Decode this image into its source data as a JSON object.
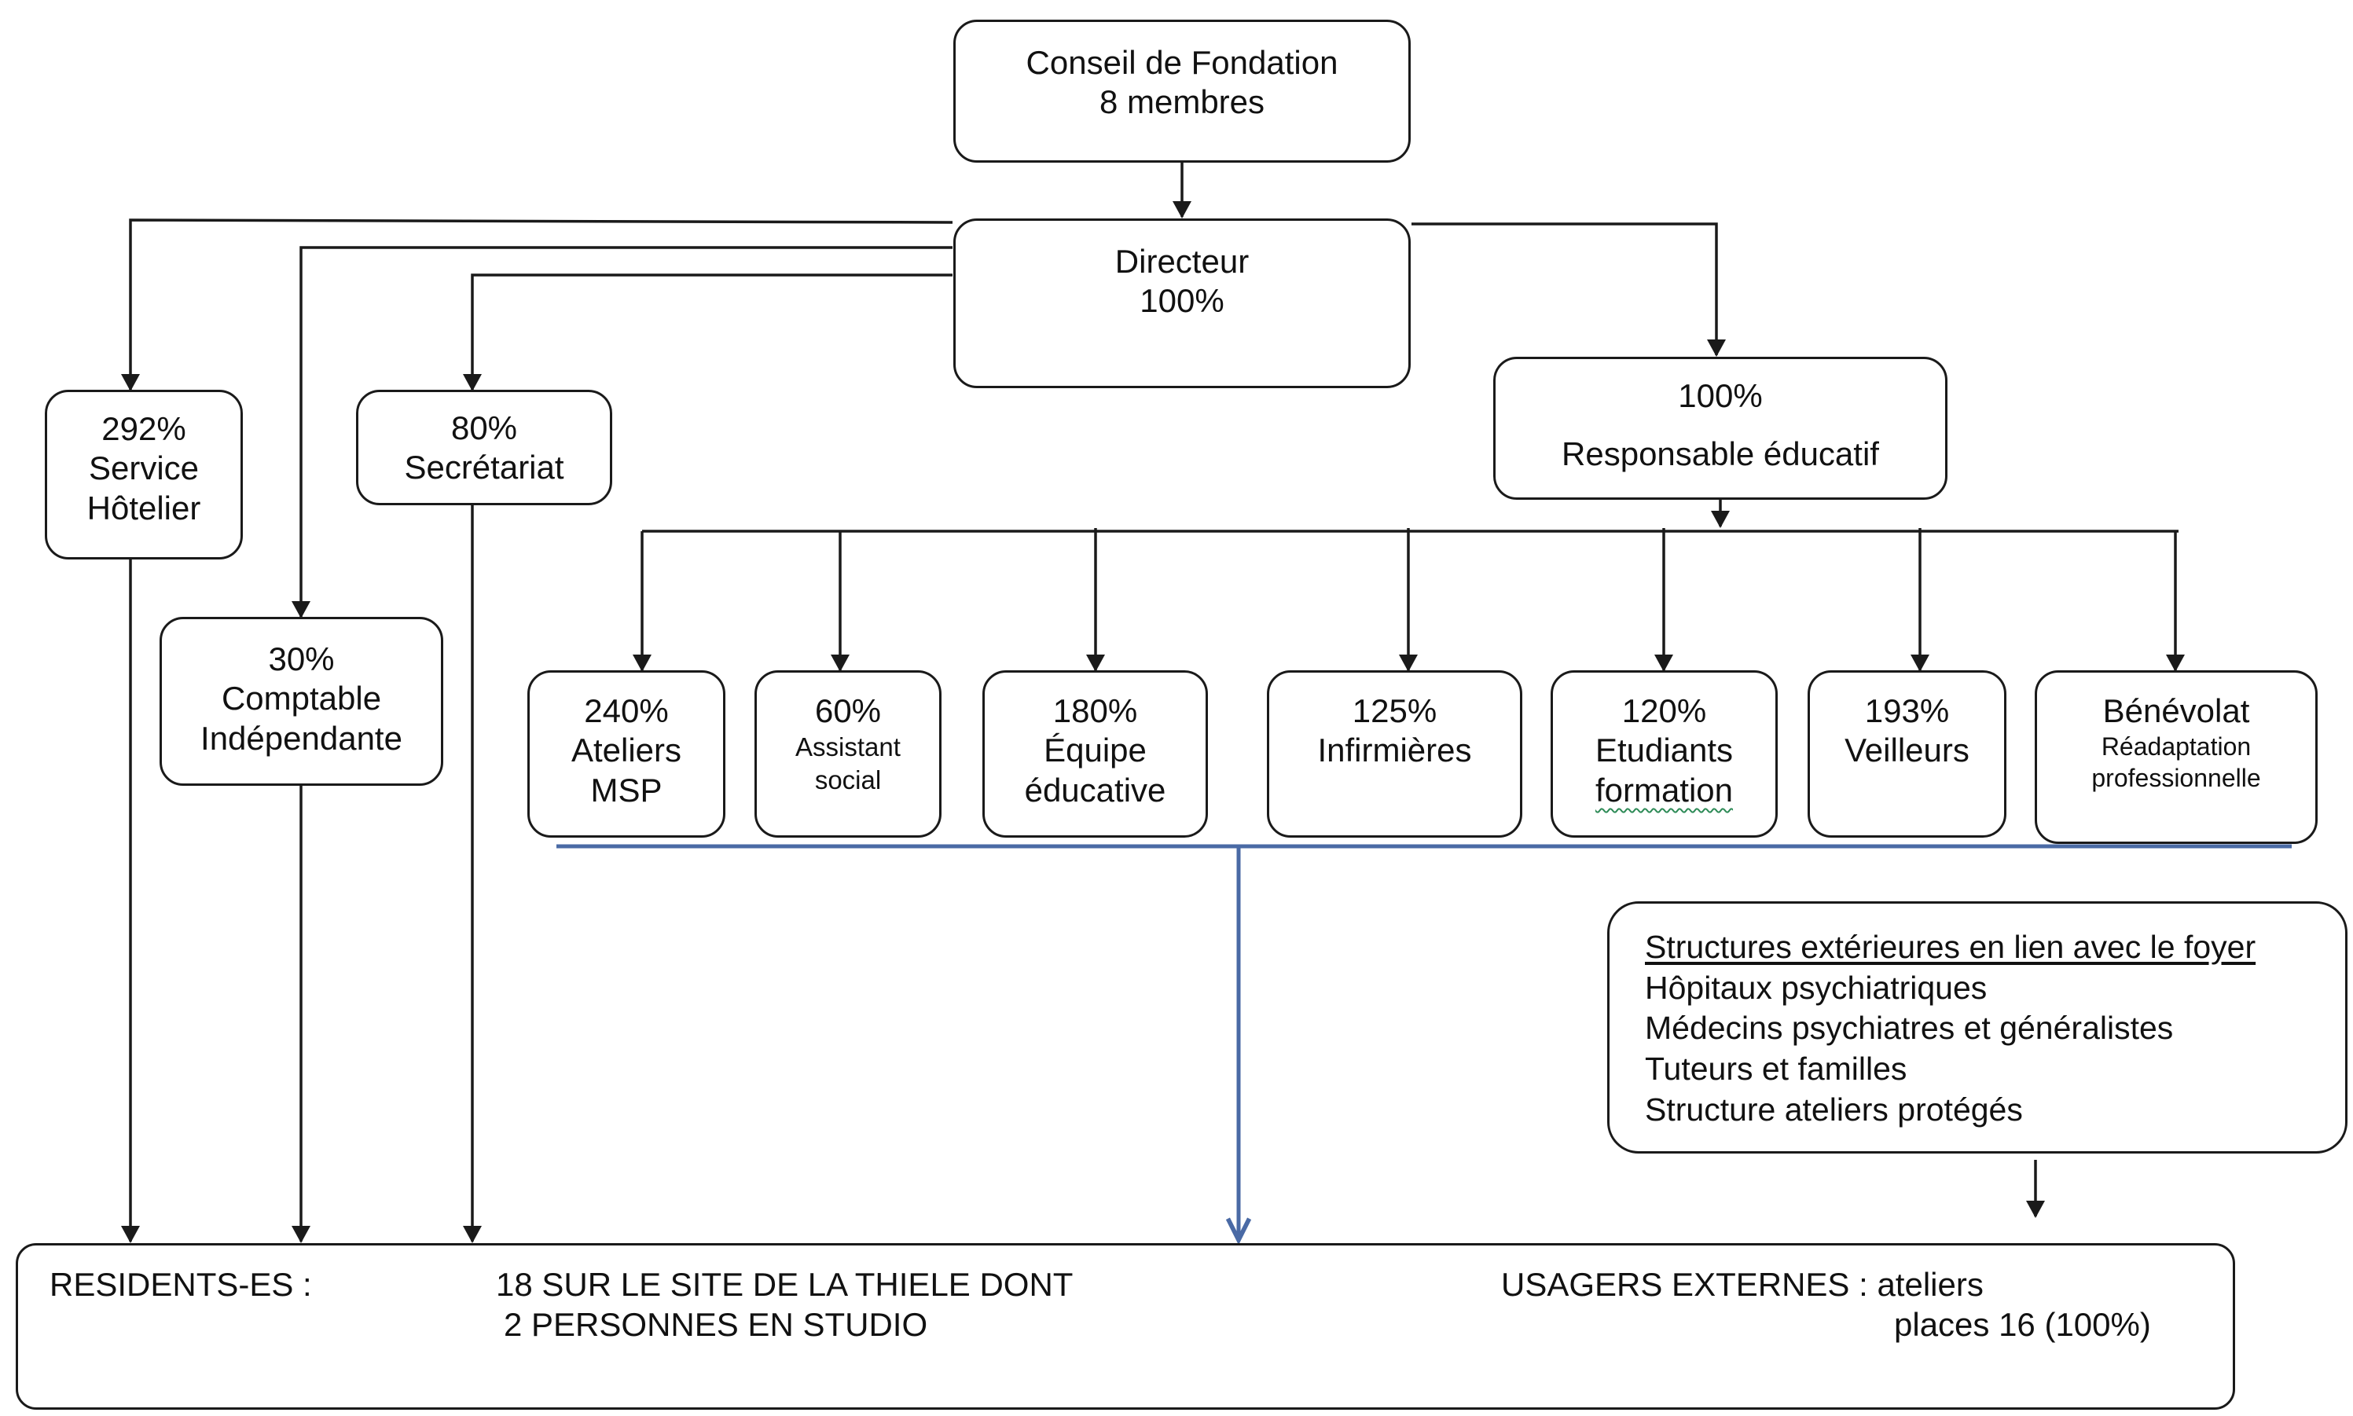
{
  "nodes": {
    "conseil": {
      "line1": "Conseil de Fondation",
      "line2": "8 membres"
    },
    "directeur": {
      "line1": "Directeur",
      "line2": "100%"
    },
    "responsable": {
      "pct": "100%",
      "label": "Responsable éducatif"
    },
    "hotelier": {
      "pct": "292%",
      "line1": "Service",
      "line2": "Hôtelier"
    },
    "secretariat": {
      "pct": "80%",
      "label": "Secrétariat"
    },
    "comptable": {
      "pct": "30%",
      "line1": "Comptable",
      "line2": "Indépendante"
    },
    "ateliers": {
      "pct": "240%",
      "line1": "Ateliers",
      "line2": "MSP"
    },
    "assistant": {
      "pct": "60%",
      "line1": "Assistant",
      "line2": "social"
    },
    "equipe": {
      "pct": "180%",
      "line1": "Équipe",
      "line2": "éducative"
    },
    "infirmieres": {
      "pct": "125%",
      "label": "Infirmières"
    },
    "etudiants": {
      "pct": "120%",
      "line1": "Etudiants",
      "line2": "formation"
    },
    "veilleurs": {
      "pct": "193%",
      "label": "Veilleurs"
    },
    "benevolat": {
      "label": "Bénévolat",
      "line1": "Réadaptation",
      "line2": "professionnelle"
    }
  },
  "external": {
    "title": "Structures extérieures en lien avec le foyer",
    "items": [
      "Hôpitaux psychiatriques",
      "Médecins psychiatres et généralistes",
      "Tuteurs et familles",
      "Structure ateliers protégés"
    ]
  },
  "residents": {
    "label": "RESIDENTS-ES :",
    "site_line1": "18 SUR LE SITE DE LA THIELE DONT",
    "site_line2": "2 PERSONNES EN STUDIO",
    "usagers_line1": "USAGERS EXTERNES : ateliers",
    "usagers_line2": "places 16 (100%)"
  },
  "colors": {
    "line": "#1a1a1a",
    "accent_line": "#4a6aa5",
    "squiggle": "#2e8b57"
  }
}
